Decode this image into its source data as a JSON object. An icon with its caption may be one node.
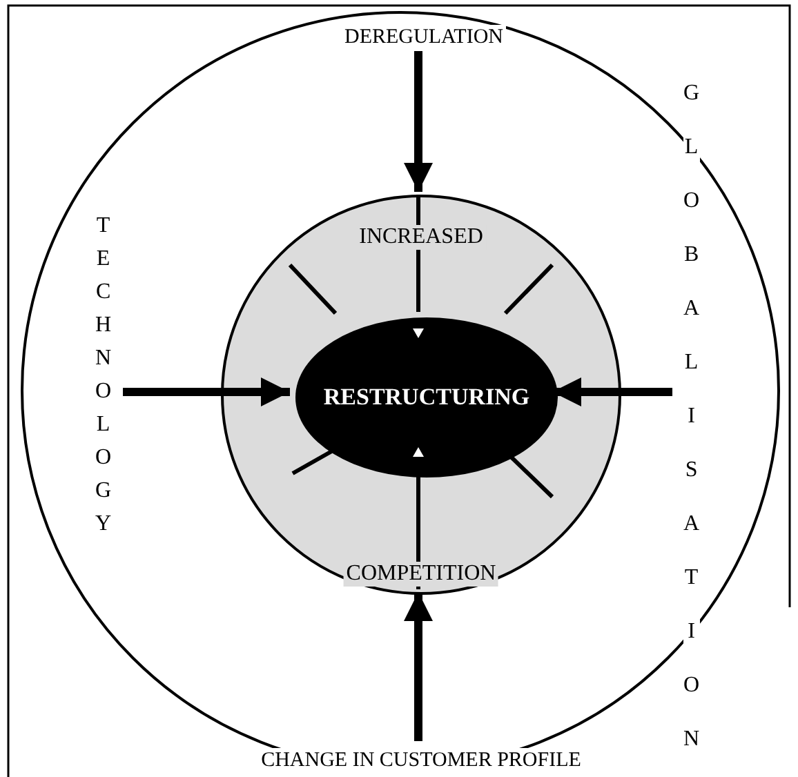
{
  "diagram": {
    "nodes": [
      {
        "text": [],
        "shape": "circle"
      },
      {
        "text": [
          "INCREASED",
          "COMPETITION"
        ],
        "in": 0
      },
      {
        "text": [
          "RESTRUCTURING"
        ],
        "in": 1
      },
      {
        "text": [
          "DEREGULATION"
        ],
        "in": 0
      },
      {
        "text": [
          "TECHNOLOGY"
        ],
        "in": 0
      },
      {
        "text": [
          "GLOBALISATION"
        ],
        "in": 0
      },
      {
        "text": [
          "CHANGE IN CUSTOMER PROFILE"
        ],
        "in": 0
      }
    ],
    "edges": [
      {
        "from": 3,
        "to": 1,
        "arrow": "to"
      },
      {
        "from": 4,
        "to": 2,
        "arrow": "to"
      },
      {
        "from": 5,
        "to": 2,
        "arrow": "to"
      },
      {
        "from": 6,
        "to": 1,
        "arrow": "to"
      }
    ]
  }
}
